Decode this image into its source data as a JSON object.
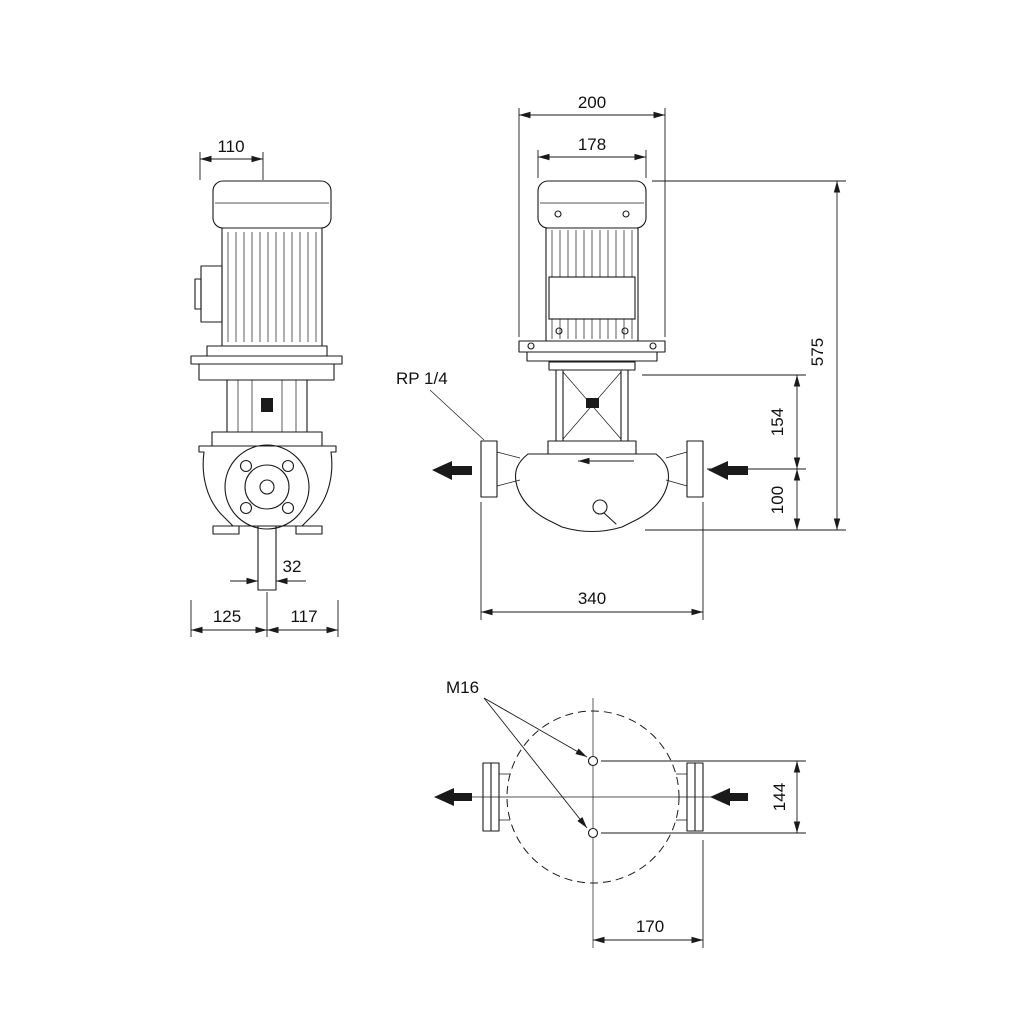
{
  "side_view": {
    "dim_fan_width": "110",
    "dim_port": "32",
    "dim_center_to_left": "125",
    "dim_center_to_right": "117"
  },
  "front_view": {
    "dim_base_width": "200",
    "dim_motor_width": "178",
    "dim_height_total": "575",
    "dim_height_mid": "154",
    "dim_height_port": "100",
    "dim_length": "340",
    "label_tapping": "RP 1/4"
  },
  "plan_view": {
    "label_bolt_size": "M16",
    "dim_hole_spacing": "144",
    "dim_center_to_flange_face": "170"
  }
}
